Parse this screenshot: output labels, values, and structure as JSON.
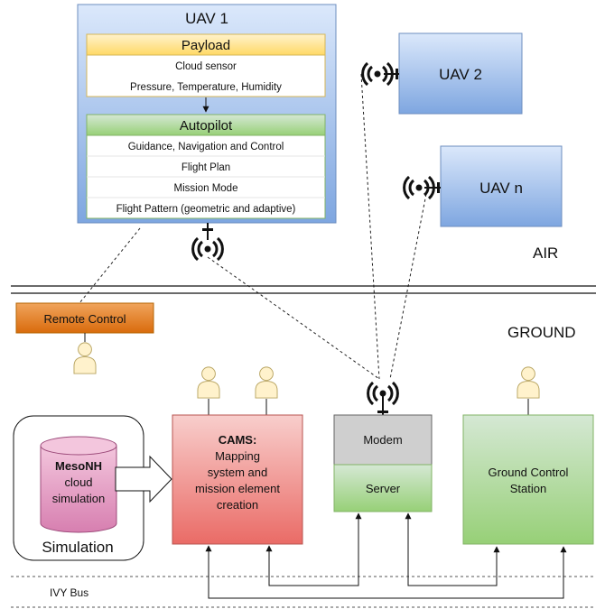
{
  "uav1": {
    "title": "UAV 1",
    "payload": {
      "header": "Payload",
      "rows": [
        "Cloud sensor",
        "Pressure, Temperature, Humidity"
      ]
    },
    "autopilot": {
      "header": "Autopilot",
      "rows": [
        "Guidance, Navigation and Control",
        "Flight Plan",
        "Mission Mode",
        "Flight Pattern (geometric and adaptive)"
      ]
    }
  },
  "uav2": {
    "title": "UAV 2"
  },
  "uavn": {
    "title": "UAV n"
  },
  "zones": {
    "air": "AIR",
    "ground": "GROUND"
  },
  "remote_control": {
    "label": "Remote Control"
  },
  "simulation": {
    "label": "Simulation",
    "db_title": "MesoNH",
    "db_line2": "cloud",
    "db_line3": "simulation"
  },
  "cams": {
    "title": "CAMS:",
    "lines": [
      "Mapping",
      "system and",
      "mission element",
      "creation"
    ]
  },
  "modem": {
    "label": "Modem"
  },
  "server": {
    "label": "Server"
  },
  "gcs": {
    "lines": [
      "Ground Control",
      "Station"
    ]
  },
  "bus": {
    "label": "IVY Bus"
  },
  "colors": {
    "uav_fill_top": "#dbe8fb",
    "uav_fill_bottom": "#7ea6e0",
    "payload_header": "#ffd966",
    "autopilot_header": "#a9d18e",
    "remote_control": "#e07b18",
    "cams_top": "#f8cecc",
    "cams_bottom": "#ea6b66",
    "green_top": "#d5e8d4",
    "green_bottom": "#97d077",
    "modem": "#cfcfcf",
    "person": "#fff2cc",
    "db_fill": "#e6a0c4"
  }
}
